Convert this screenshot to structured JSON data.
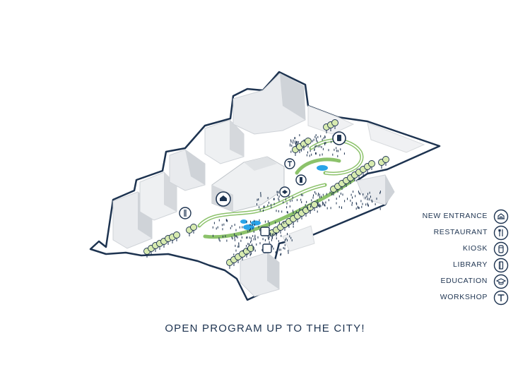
{
  "title": "OPEN PROGRAM UP TO THE CITY!",
  "legend": [
    {
      "label": "NEW ENTRANCE",
      "icon": "entrance-icon"
    },
    {
      "label": "RESTAURANT",
      "icon": "restaurant-icon"
    },
    {
      "label": "KIOSK",
      "icon": "kiosk-icon"
    },
    {
      "label": "LIBRARY",
      "icon": "library-icon"
    },
    {
      "label": "EDUCATION",
      "icon": "education-icon"
    },
    {
      "label": "WORKSHOP",
      "icon": "workshop-icon"
    }
  ],
  "colors": {
    "outline": "#1d3350",
    "building": "#e9ebee",
    "building_shade": "#cfd3d8",
    "green": "#8cc26b",
    "tree": "#d8ebb0",
    "water": "#2aa4e8"
  }
}
